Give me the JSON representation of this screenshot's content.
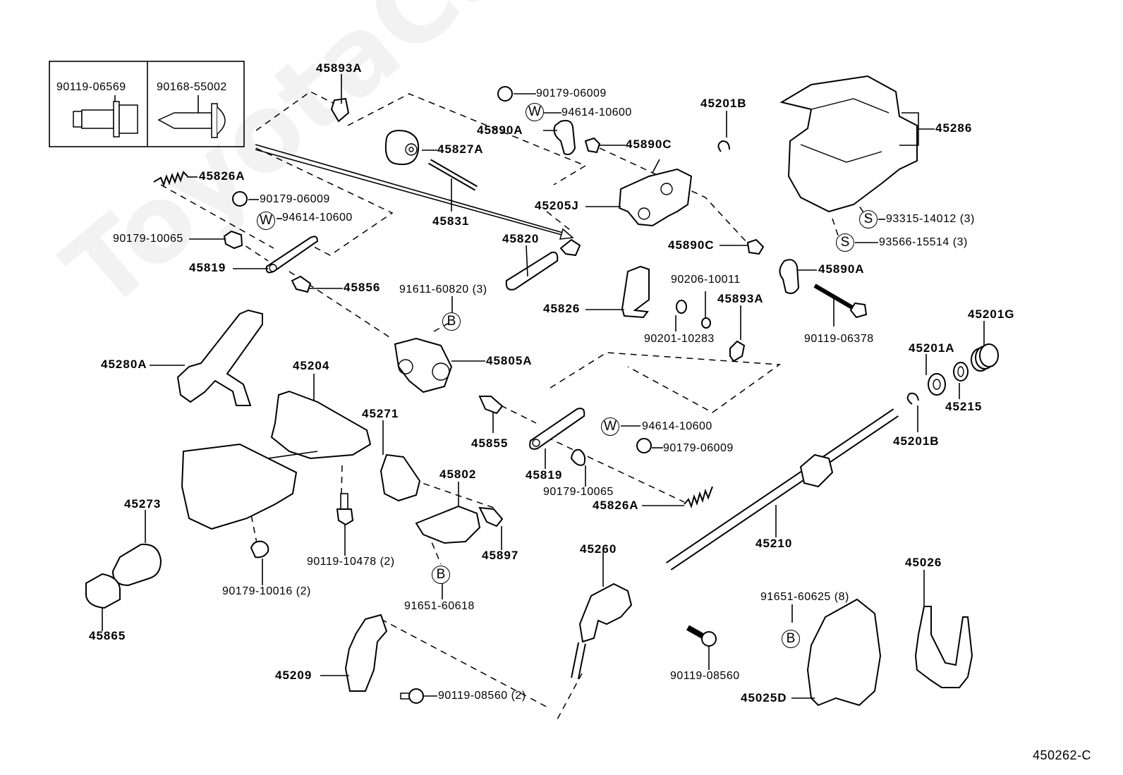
{
  "diagram": {
    "code": "450262-C",
    "watermark": "ToyotaCarMine.ru",
    "inset_parts": [
      "90119-06569",
      "90168-55002"
    ],
    "labels": {
      "l45893A_top": "45893A",
      "l90179_06009_top": "90179-06009",
      "l94614_10600_top": "94614-10600",
      "l45890A_top": "45890A",
      "l45890C_top": "45890C",
      "l45201B_top": "45201B",
      "l45286": "45286",
      "l45827A": "45827A",
      "l45826A_top": "45826A",
      "l90179_06009_left": "90179-06009",
      "l94614_10600_left": "94614-10600",
      "l90179_10065_left": "90179-10065",
      "l45819_left": "45819",
      "l45856": "45856",
      "l45831": "45831",
      "l45205J": "45205J",
      "l45820": "45820",
      "l45890C_mid": "45890C",
      "l93315": "93315-14012 (3)",
      "l93566": "93566-15514 (3)",
      "l45890A_mid": "45890A",
      "l91611": "91611-60820 (3)",
      "l45826": "45826",
      "l90206": "90206-10011",
      "l45893A_mid": "45893A",
      "l90201": "90201-10283",
      "l90119_06378": "90119-06378",
      "l45201G": "45201G",
      "l45201A": "45201A",
      "l45215": "45215",
      "l45280A": "45280A",
      "l45204": "45204",
      "l45805A": "45805A",
      "l45271": "45271",
      "l45855": "45855",
      "l94614_10600_mid": "94614-10600",
      "l90179_06009_mid": "90179-06009",
      "l45201B_mid": "45201B",
      "l45802": "45802",
      "l45819_mid": "45819",
      "l90179_10065_mid": "90179-10065",
      "l45826A_mid": "45826A",
      "l45273": "45273",
      "l90119_10478": "90119-10478 (2)",
      "l45897": "45897",
      "l45210": "45210",
      "l45260": "45260",
      "l90179_10016": "90179-10016 (2)",
      "l91651_60618": "91651-60618",
      "l45026": "45026",
      "l45865": "45865",
      "l91651_60625": "91651-60625 (8)",
      "l90119_08560": "90119-08560",
      "l45209": "45209",
      "l90119_08560_2": "90119-08560 (2)",
      "l45025D": "45025D"
    },
    "symbols": {
      "washer": "W",
      "screw": "S",
      "bolt": "B"
    }
  }
}
